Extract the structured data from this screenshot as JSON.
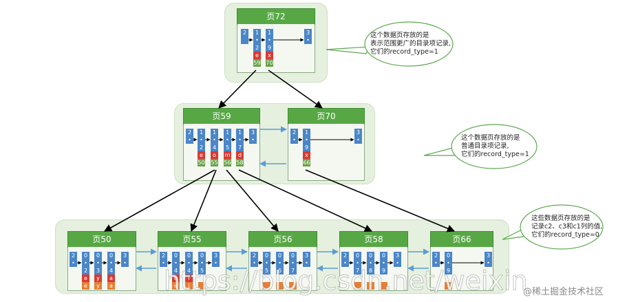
{
  "pages": {
    "p72": {
      "title": "页72",
      "records": [
        {
          "top": "2",
          "ptr": "",
          "mid": "",
          "key": "",
          "val": ""
        },
        {
          "top": "1",
          "ptr": "•",
          "mid": "2",
          "key": "e",
          "val": "59"
        },
        {
          "top": "1",
          "ptr": "•",
          "mid": "9",
          "key": "x",
          "val": "70"
        },
        {
          "top": "3",
          "ptr": "•",
          "mid": "",
          "key": "",
          "val": ""
        }
      ]
    },
    "p59": {
      "title": "页59",
      "records": [
        {
          "top": "2",
          "ptr": "•",
          "mid": "",
          "key": "",
          "val": ""
        },
        {
          "top": "1",
          "ptr": "•",
          "mid": "2",
          "key": "e",
          "val": "50"
        },
        {
          "top": "1",
          "ptr": "•",
          "mid": "4",
          "key": "o",
          "val": "55"
        },
        {
          "top": "1",
          "ptr": "•",
          "mid": "5",
          "key": "m",
          "val": "56"
        },
        {
          "top": "1",
          "ptr": "•",
          "mid": "7",
          "key": "d",
          "val": "58"
        },
        {
          "top": "3",
          "ptr": "•",
          "mid": "",
          "key": "",
          "val": ""
        }
      ]
    },
    "p70": {
      "title": "页70",
      "records": [
        {
          "top": "2",
          "ptr": "•",
          "mid": "",
          "key": "",
          "val": ""
        },
        {
          "top": "1",
          "ptr": "•",
          "mid": "9",
          "key": "x",
          "val": "66"
        },
        {
          "top": "3",
          "ptr": "•",
          "mid": "",
          "key": "",
          "val": ""
        }
      ]
    },
    "p50": {
      "title": "页50",
      "records": [
        {
          "top": "2",
          "ptr": "•",
          "mid": "",
          "key": "",
          "val": ""
        },
        {
          "top": "0",
          "ptr": "•",
          "mid": "2",
          "key": "e",
          "val": ""
        },
        {
          "top": "0",
          "ptr": "•",
          "mid": "3",
          "key": "y",
          "val": ""
        },
        {
          "top": "0",
          "ptr": "•",
          "mid": "4",
          "key": "a",
          "val": ""
        },
        {
          "top": "3",
          "ptr": "•",
          "mid": "",
          "key": "",
          "val": ""
        }
      ]
    },
    "p55": {
      "title": "页55",
      "records": [
        {
          "top": "2",
          "ptr": "•",
          "mid": "",
          "key": "",
          "val": ""
        },
        {
          "top": "0",
          "ptr": "•",
          "mid": "4",
          "key": "o",
          "val": ""
        },
        {
          "top": "0",
          "ptr": "•",
          "mid": "4",
          "key": "i",
          "val": ""
        },
        {
          "top": "0",
          "ptr": "•",
          "mid": "5",
          "key": "",
          "val": ""
        },
        {
          "top": "3",
          "ptr": "•",
          "mid": "",
          "key": "",
          "val": ""
        }
      ]
    },
    "p56": {
      "title": "页56",
      "records": [
        {
          "top": "2",
          "ptr": "•",
          "mid": "",
          "key": "",
          "val": ""
        },
        {
          "top": "0",
          "ptr": "•",
          "mid": "5",
          "key": "",
          "val": ""
        },
        {
          "top": "0",
          "ptr": "•",
          "mid": "6",
          "key": "",
          "val": ""
        },
        {
          "top": "0",
          "ptr": "•",
          "mid": "7",
          "key": "",
          "val": ""
        },
        {
          "top": "3",
          "ptr": "•",
          "mid": "",
          "key": "",
          "val": ""
        }
      ]
    },
    "p58": {
      "title": "页58",
      "records": [
        {
          "top": "2",
          "ptr": "•",
          "mid": "",
          "key": "",
          "val": ""
        },
        {
          "top": "0",
          "ptr": "•",
          "mid": "7",
          "key": "",
          "val": ""
        },
        {
          "top": "0",
          "ptr": "•",
          "mid": "8",
          "key": "",
          "val": ""
        },
        {
          "top": "0",
          "ptr": "•",
          "mid": "9",
          "key": "",
          "val": ""
        },
        {
          "top": "3",
          "ptr": "•",
          "mid": "",
          "key": "",
          "val": ""
        }
      ]
    },
    "p66": {
      "title": "页66",
      "records": [
        {
          "top": "2",
          "ptr": "•",
          "mid": "",
          "key": "",
          "val": ""
        },
        {
          "top": "0",
          "ptr": "•",
          "mid": "9",
          "key": "",
          "val": ""
        },
        {
          "top": "3",
          "ptr": "•",
          "mid": "",
          "key": "",
          "val": ""
        }
      ]
    }
  },
  "callouts": {
    "top": [
      "这个数据页存放的是",
      "表示范围更广的目录项记录,",
      "它们的record_type=1"
    ],
    "mid": [
      "这个数据页存放的是",
      "普通目录项记录,",
      "它们的record_type=1"
    ],
    "bottom": [
      "这些数据页存放的是",
      "记录c2、c3和c1列的值,",
      "它们的record_type=0"
    ]
  },
  "colors": {
    "title_green": "#57a845",
    "level_bg": "#e5f0df",
    "arrow_blue": "#5b9bd5",
    "cell_blue": "#4a86c8",
    "cell_red": "#d83a34",
    "cell_green": "#68a246",
    "cell_orange": "#e57f35"
  },
  "watermark": "https://blog.csdn.net/weixin",
  "brand": "@稀土掘金技术社区"
}
